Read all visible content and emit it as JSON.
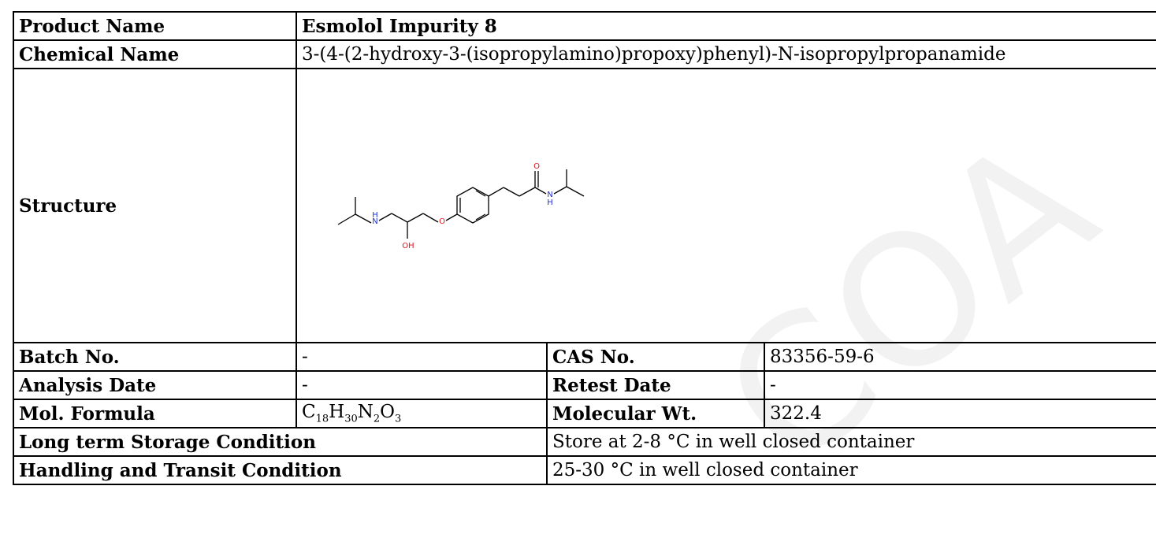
{
  "product_name": {
    "label": "Product Name",
    "value": "Esmolol Impurity 8"
  },
  "chemical_name": {
    "label": "Chemical Name",
    "value": "3-(4-(2-hydroxy-3-(isopropylamino)propoxy)phenyl)-N-isopropylpropanamide"
  },
  "structure": {
    "label": "Structure",
    "atoms": {
      "o_carbonyl": "O",
      "nh_amide": "N",
      "h_amide": "H",
      "nh_amine": "N",
      "h_amine": "H",
      "oh": "OH",
      "o_ether": "O"
    }
  },
  "batch_no": {
    "label": "Batch No.",
    "value": "-"
  },
  "cas_no": {
    "label": "CAS No.",
    "value": "83356-59-6"
  },
  "analysis_date": {
    "label": "Analysis Date",
    "value": "-"
  },
  "retest_date": {
    "label": "Retest Date",
    "value": "-"
  },
  "mol_formula": {
    "label": "Mol. Formula",
    "parts": [
      "C",
      "18",
      "H",
      "30",
      "N",
      "2",
      "O",
      "3"
    ]
  },
  "molecular_wt": {
    "label": "Molecular Wt.",
    "value": "322.4"
  },
  "storage": {
    "label": "Long term Storage Condition",
    "value": "Store at 2-8 °C in well closed container"
  },
  "handling": {
    "label": "Handling and Transit Condition",
    "value": "25-30 °C in well closed container"
  },
  "watermark": "COA",
  "colors": {
    "nitrogen": "#1f2fcf",
    "oxygen": "#e0141e",
    "bond": "#000000"
  }
}
